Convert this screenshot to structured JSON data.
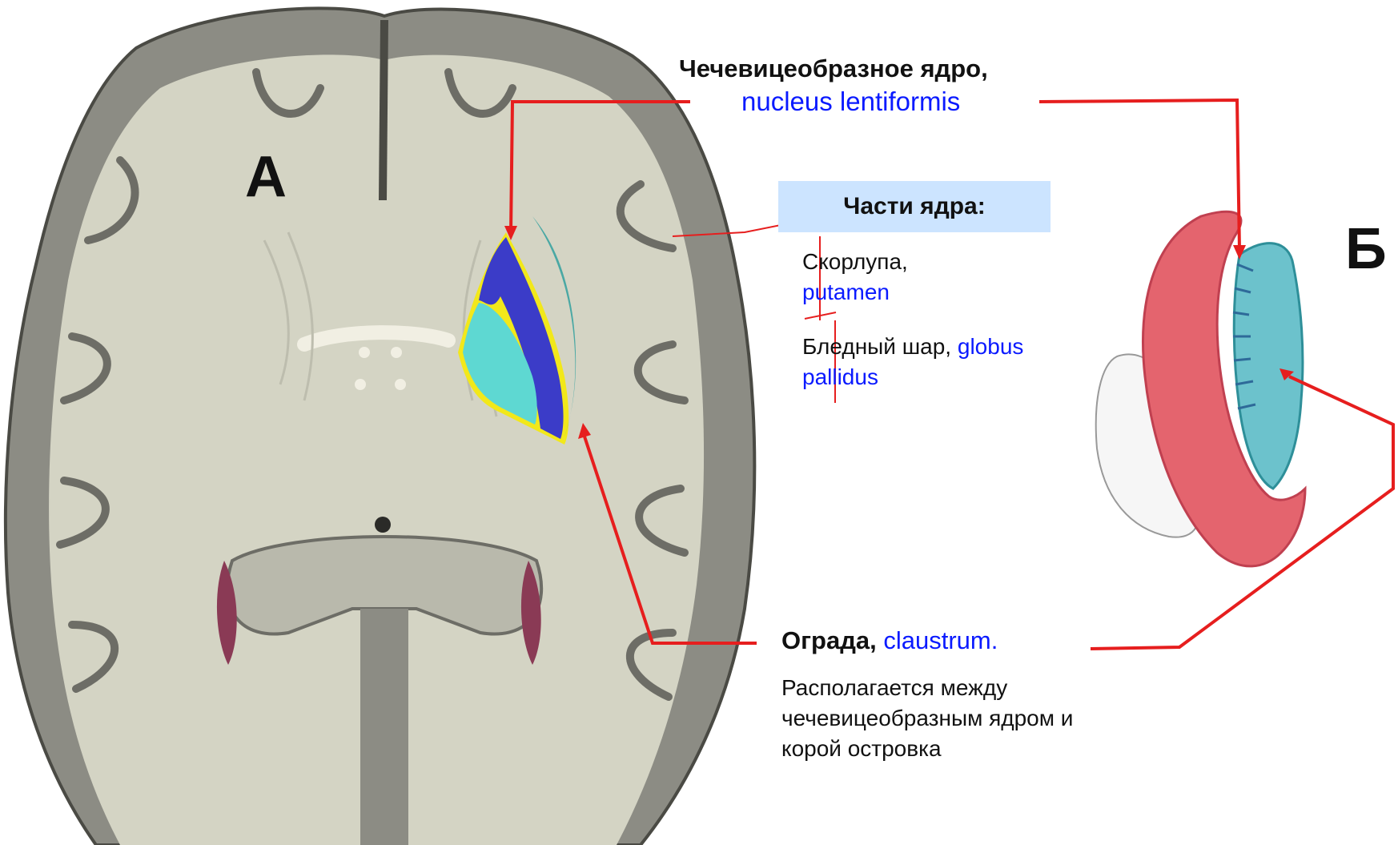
{
  "panels": {
    "a_label": "А",
    "b_label": "Б"
  },
  "lentiform": {
    "title_ru": "Чечевицеобразное ядро,",
    "title_lat": "nucleus lentiformis"
  },
  "parts": {
    "header": "Части ядра:",
    "putamen_ru": "Скорлупа,",
    "putamen_lat": "putamen",
    "pallidus_ru": "Бледный шар,",
    "pallidus_lat_1": "globus",
    "pallidus_lat_2": "pallidus"
  },
  "claustrum": {
    "title_ru": "Ограда,",
    "title_lat": "claustrum.",
    "desc_line1": "Располагается между",
    "desc_line2": "чечевицеобразным ядром и",
    "desc_line3": "корой островка"
  },
  "colors": {
    "arrow": "#e61e1e",
    "latin_text": "#0a1aff",
    "putamen": "#3b3cc8",
    "pallidus": "#5ed8d2",
    "claustrum": "#4aa8a4",
    "capsule_outline": "#f2e81a",
    "parts_box": "#cce4ff",
    "cortex": "#8c8c84",
    "white_matter": "#d4d4c4"
  }
}
